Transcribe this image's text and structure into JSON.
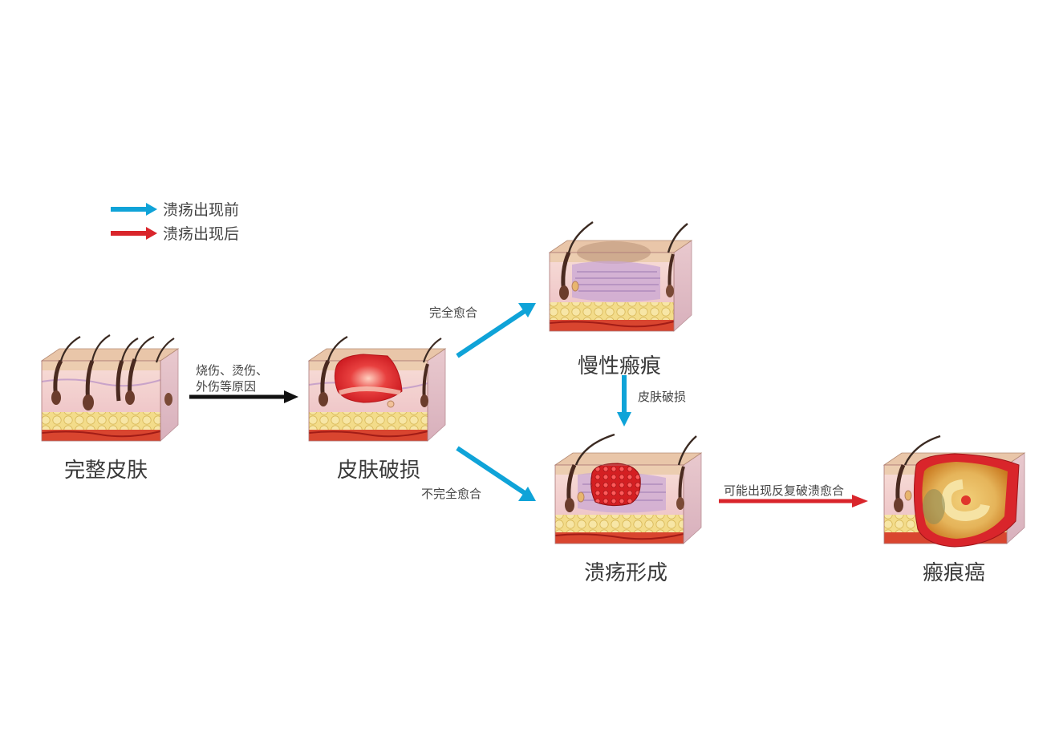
{
  "legend": [
    {
      "label": "溃疡出现前",
      "color": "#0fa3d8"
    },
    {
      "label": "溃疡出现后",
      "color": "#d9252b"
    }
  ],
  "stages": {
    "intact": "完整皮肤",
    "broken": "皮肤破损",
    "scar": "慢性瘢痕",
    "ulcer": "溃疡形成",
    "cancer": "瘢痕癌"
  },
  "edges": {
    "injury_line1": "烧伤、烫伤、",
    "injury_line2": "外伤等原因",
    "full_heal": "完全愈合",
    "partial_heal": "不完全愈合",
    "skin_break": "皮肤破损",
    "recurrent": "可能出现反复破溃愈合"
  },
  "colors": {
    "blue_arrow": "#0fa3d8",
    "red_arrow": "#d9252b",
    "black_arrow": "#111111"
  }
}
